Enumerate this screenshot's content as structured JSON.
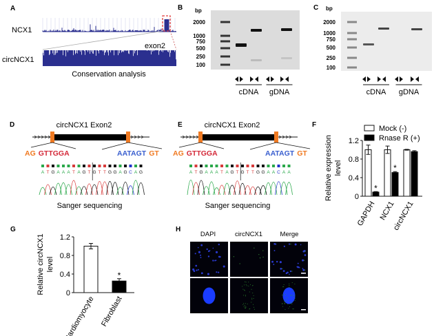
{
  "panels": {
    "A": {
      "label": "A",
      "track1": "NCX1",
      "track2": "circNCX1",
      "exon": "exon2",
      "caption": "Conservation analysis",
      "track_color": "#2b2f8f",
      "highlight_color": "#e03a3a"
    },
    "B": {
      "label": "B",
      "unit": "bp",
      "ladder": [
        "2000",
        "1000",
        "750",
        "500",
        "250",
        "100"
      ],
      "groups": [
        "cDNA",
        "gDNA"
      ]
    },
    "C": {
      "label": "C",
      "unit": "bp",
      "ladder": [
        "2000",
        "1000",
        "750",
        "500",
        "250",
        "100"
      ],
      "groups": [
        "cDNA",
        "gDNA"
      ]
    },
    "D": {
      "label": "D",
      "title": "circNCX1 Exon2",
      "left_seq_a": "AG",
      "left_seq_b": "GTTGGA",
      "right_seq_a": "AATAGT",
      "right_seq_b": "GT",
      "bases": "ATGAAATAGTGTTGGAGCAG",
      "caption": "Sanger sequencing"
    },
    "E": {
      "label": "E",
      "title": "circNCX1 Exon2",
      "left_seq_a": "AG",
      "left_seq_b": "GTTGGA",
      "right_seq_a": "AATAGT",
      "right_seq_b": "GT",
      "bases": "ATGAAATAGTGTTGGAACAA",
      "caption": "Sanger sequencing"
    },
    "F": {
      "label": "F"
    },
    "G": {
      "label": "G"
    },
    "H": {
      "label": "H",
      "columns": [
        "DAPI",
        "circNCX1",
        "Merge"
      ]
    }
  },
  "colors": {
    "orange": "#f07a22",
    "red": "#d42a3a",
    "blue": "#3a5fcf",
    "A": "#2aa84a",
    "T": "#d83a3a",
    "G": "#111111",
    "C": "#2233cc"
  },
  "chart_data": [
    {
      "type": "bar",
      "panel": "F",
      "categories": [
        "GAPDH",
        "NCX1",
        "circNCX1"
      ],
      "ylabel": "Relative expression level",
      "ylim": [
        0,
        1.2
      ],
      "yticks": [
        "0",
        "0.4",
        "0.8",
        "1.2"
      ],
      "series": [
        {
          "name": "Mock (-)",
          "values": [
            1.0,
            1.0,
            1.0
          ],
          "errors": [
            0.1,
            0.08,
            0.01
          ],
          "fill": "#ffffff"
        },
        {
          "name": "Rnase R (+)",
          "values": [
            0.09,
            0.51,
            0.96
          ],
          "errors": [
            0.01,
            0.02,
            0.02
          ],
          "fill": "#000000"
        }
      ],
      "annotations": [
        "*",
        "*",
        ""
      ]
    },
    {
      "type": "bar",
      "panel": "G",
      "categories": [
        "Cardiomyocyte",
        "Fibroblast"
      ],
      "ylabel": "Relative circNCX1 level",
      "ylim": [
        0,
        1.2
      ],
      "yticks": [
        "0",
        "0.4",
        "0.8",
        "1.2"
      ],
      "values": [
        1.0,
        0.25
      ],
      "errors": [
        0.06,
        0.05
      ],
      "fills": [
        "#ffffff",
        "#000000"
      ],
      "annotations": [
        "",
        "*"
      ]
    }
  ]
}
